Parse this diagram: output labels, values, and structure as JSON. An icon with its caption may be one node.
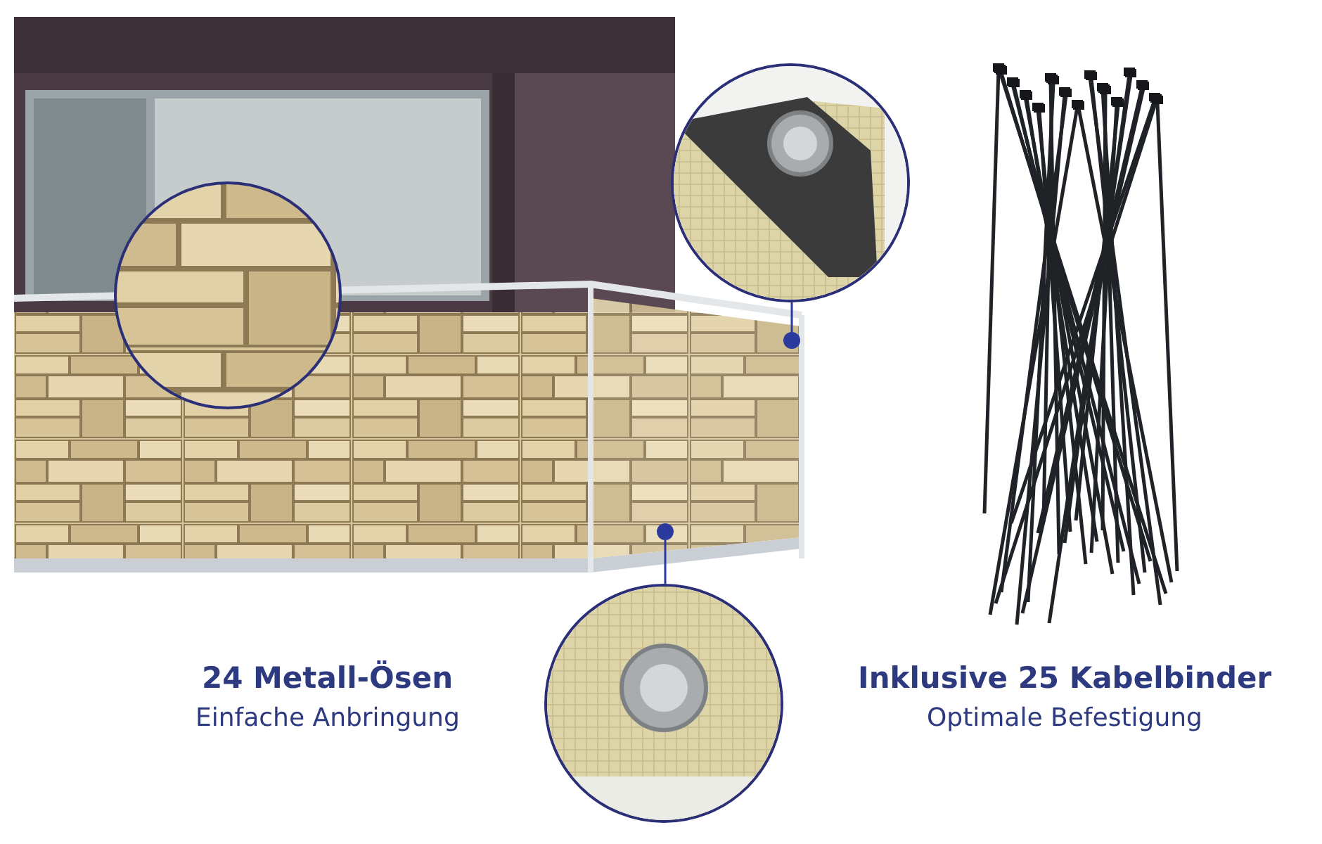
{
  "diagram": {
    "nodes": [
      {
        "text": [],
        "shape": "picture"
      },
      {
        "text": [],
        "shape": "circle"
      },
      {
        "text": [],
        "shape": "picture"
      },
      {
        "text": [],
        "shape": "circle"
      }
    ],
    "edges": [
      {
        "from": 0,
        "to": 1,
        "arrow": "none"
      },
      {
        "from": 2,
        "to": 3,
        "arrow": "none"
      }
    ],
    "labels": [
      "24 Metall-Ösen",
      "Einfache Anbringung",
      "Inklusive 25 Kabelbinder",
      "Optimale Befestigung"
    ]
  }
}
